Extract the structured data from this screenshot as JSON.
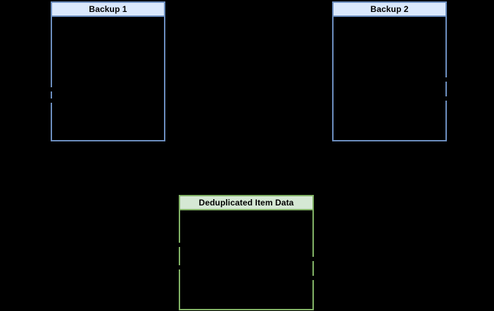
{
  "diagram": {
    "background_color": "#000000",
    "notch_color": "#000000",
    "boxes": [
      {
        "label": "Backup 1",
        "header_fill": "#dae8fc",
        "border_color": "#6c8ebf",
        "body_fill": "#000000",
        "label_color": "#000000"
      },
      {
        "label": "Backup 2",
        "header_fill": "#dae8fc",
        "border_color": "#6c8ebf",
        "body_fill": "#000000",
        "label_color": "#000000"
      },
      {
        "label": "Deduplicated Item Data",
        "header_fill": "#d5e8d4",
        "border_color": "#82b366",
        "body_fill": "#000000",
        "label_color": "#000000"
      }
    ]
  }
}
